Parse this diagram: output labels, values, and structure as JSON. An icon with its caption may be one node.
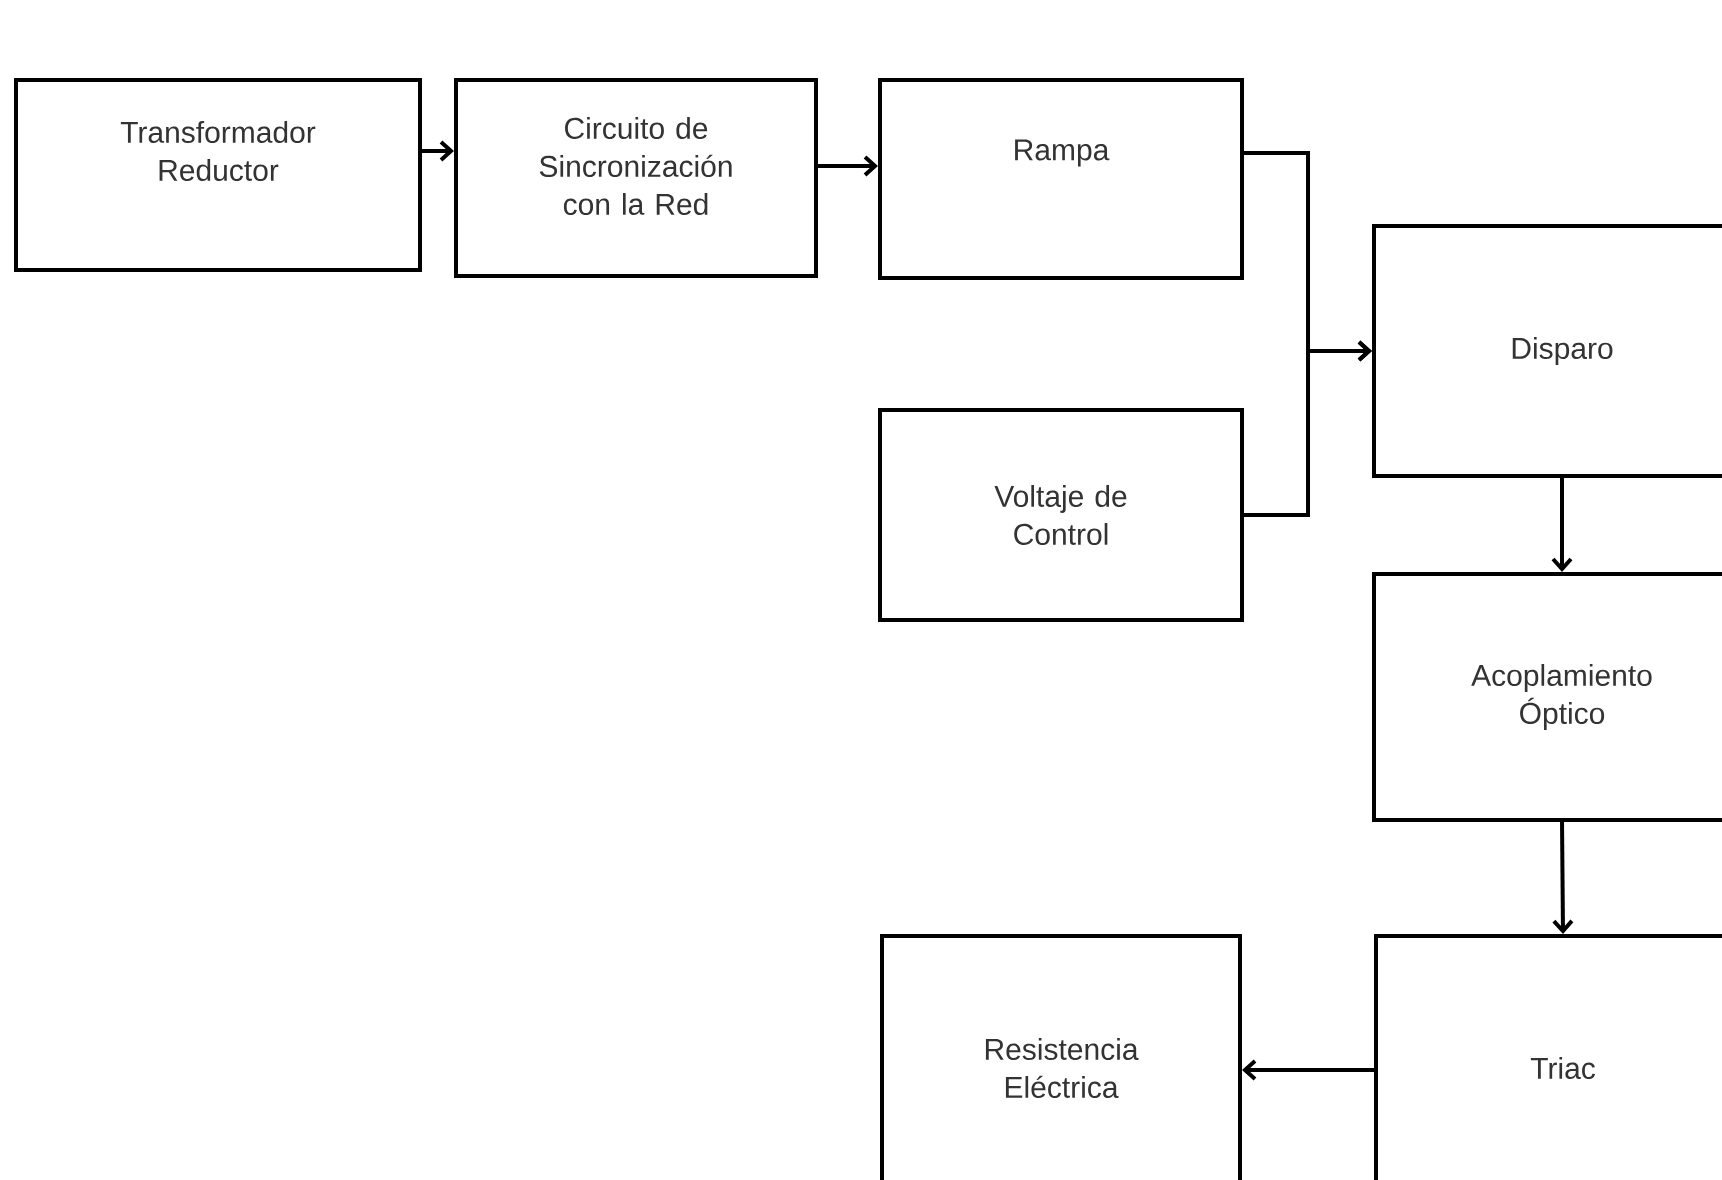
{
  "diagram": {
    "nodes": [
      {
        "text": [
          "Transformador Reductor"
        ]
      },
      {
        "text": [
          "Circuito de Sincronización con la Red"
        ]
      },
      {
        "text": [
          "Rampa"
        ]
      },
      {
        "text": [
          "Disparo"
        ]
      },
      {
        "text": [
          "Voltaje de Control"
        ]
      },
      {
        "text": [
          "Acoplamiento Óptico"
        ]
      },
      {
        "text": [
          "Triac"
        ]
      },
      {
        "text": [
          "Resistencia Eléctrica"
        ]
      }
    ],
    "edges": [
      {
        "from": 0,
        "to": 1,
        "arrow": "to"
      },
      {
        "from": 1,
        "to": 2,
        "arrow": "to"
      },
      {
        "from": 2,
        "to": 3,
        "arrow": "to"
      },
      {
        "from": 4,
        "to": 3,
        "arrow": "to"
      },
      {
        "from": 3,
        "to": 5,
        "arrow": "to"
      },
      {
        "from": 5,
        "to": 6,
        "arrow": "to"
      },
      {
        "from": 6,
        "to": 7,
        "arrow": "to"
      }
    ]
  }
}
